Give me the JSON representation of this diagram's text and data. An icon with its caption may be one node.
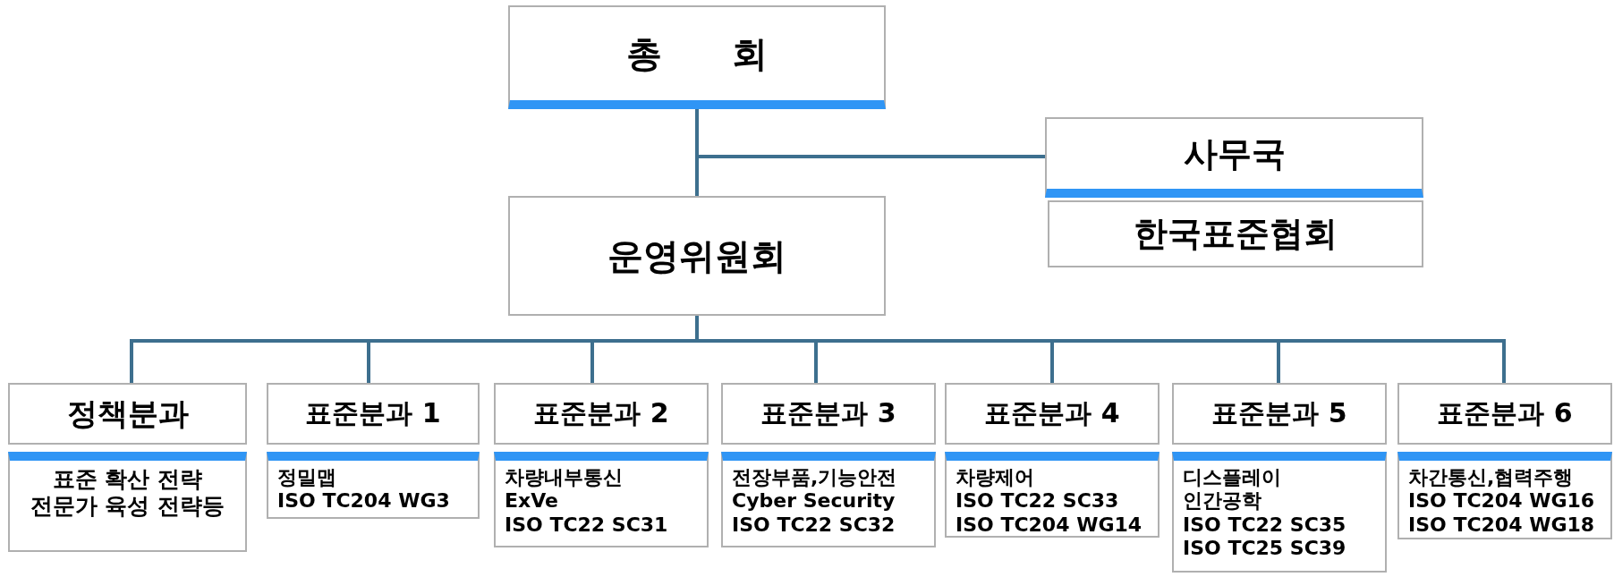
{
  "diagram": {
    "nodes": [
      {
        "text": [
          "총 회"
        ]
      },
      {
        "text": [
          "사무국"
        ]
      },
      {
        "text": [
          "한국표준협회"
        ]
      },
      {
        "text": [
          "운영위원회"
        ]
      },
      {
        "text": [
          "정책분과"
        ]
      },
      {
        "text": [
          "표준 확산 전략",
          "전문가 육성 전략등"
        ]
      },
      {
        "text": [
          "표준분과 1"
        ]
      },
      {
        "text": [
          "정밀맵",
          "ISO TC204 WG3"
        ]
      },
      {
        "text": [
          "표준분과 2"
        ]
      },
      {
        "text": [
          "차량내부통신",
          "ExVe",
          "ISO TC22 SC31"
        ]
      },
      {
        "text": [
          "표준분과 3"
        ]
      },
      {
        "text": [
          "전장부품,기능안전",
          "Cyber Security",
          "ISO TC22 SC32"
        ]
      },
      {
        "text": [
          "표준분과 4"
        ]
      },
      {
        "text": [
          "차량제어",
          "ISO TC22 SC33",
          "ISO TC204 WG14"
        ]
      },
      {
        "text": [
          "표준분과 5"
        ]
      },
      {
        "text": [
          "디스플레이",
          "인간공학",
          "ISO TC22 SC35",
          "ISO TC25 SC39"
        ]
      },
      {
        "text": [
          "표준분과 6"
        ]
      },
      {
        "text": [
          "차간통신,협력주행",
          "ISO TC204 WG16",
          "ISO TC204 WG18"
        ]
      }
    ],
    "edges": [
      {
        "from": 0,
        "to": 1,
        "arrow": "none"
      },
      {
        "from": 0,
        "to": 3,
        "arrow": "none"
      },
      {
        "from": 3,
        "to": 4,
        "arrow": "none"
      },
      {
        "from": 3,
        "to": 6,
        "arrow": "none"
      },
      {
        "from": 3,
        "to": 8,
        "arrow": "none"
      },
      {
        "from": 3,
        "to": 10,
        "arrow": "none"
      },
      {
        "from": 3,
        "to": 12,
        "arrow": "none"
      },
      {
        "from": 3,
        "to": 14,
        "arrow": "none"
      },
      {
        "from": 3,
        "to": 16,
        "arrow": "none"
      }
    ]
  }
}
